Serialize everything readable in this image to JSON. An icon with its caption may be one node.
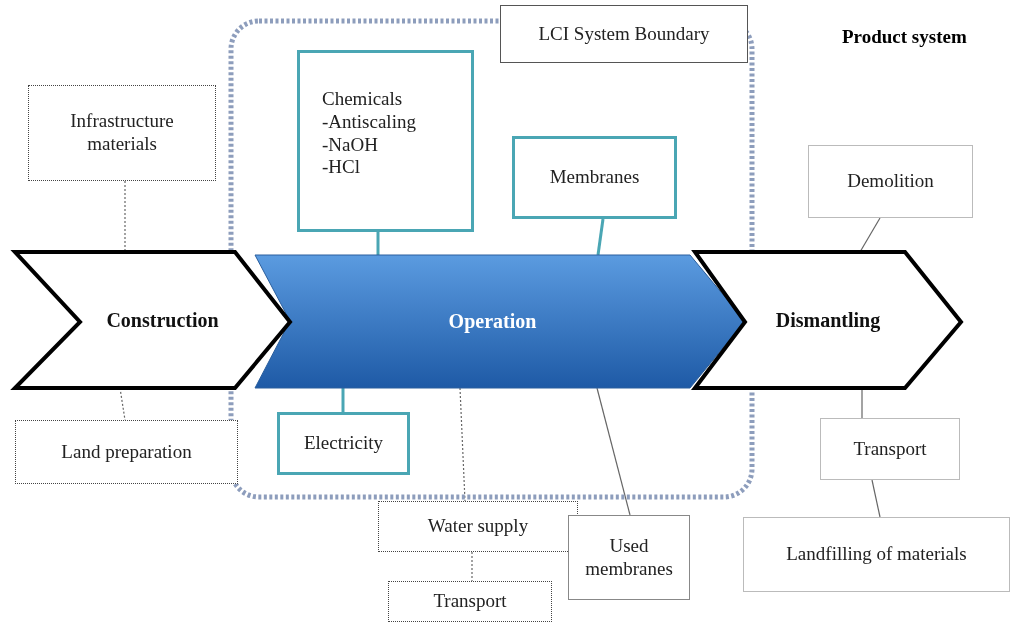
{
  "diagram": {
    "nodes": [
      {
        "text": [],
        "shape": "box"
      },
      {
        "text": [
          "LCI System Boundary"
        ]
      },
      {
        "text": [
          "Infrastructure materials"
        ]
      },
      {
        "text": [
          "Chemicals",
          "-Antiscaling",
          "-NaOH",
          "-HCl"
        ],
        "in": 0
      },
      {
        "text": [
          "Membranes"
        ],
        "in": 0
      },
      {
        "text": [
          "Demolition"
        ]
      },
      {
        "text": [
          "Construction"
        ]
      },
      {
        "text": [
          "Operation"
        ],
        "in": 0
      },
      {
        "text": [
          "Dismantling"
        ]
      },
      {
        "text": [
          "Land preparation"
        ]
      },
      {
        "text": [
          "Electricity"
        ],
        "in": 0
      },
      {
        "text": [
          "Transport"
        ]
      },
      {
        "text": [
          "Water supply"
        ]
      },
      {
        "text": [
          "Used membranes"
        ]
      },
      {
        "text": [
          "Transport"
        ]
      },
      {
        "text": [
          "Landfilling of materials"
        ]
      }
    ],
    "edges": [
      {
        "from": 2,
        "to": 6,
        "arrow": "none",
        "style": "dashed"
      },
      {
        "from": 3,
        "to": 7,
        "arrow": "none",
        "style": "thick",
        "color": "#4aa6b4"
      },
      {
        "from": 4,
        "to": 7,
        "arrow": "none",
        "style": "thick",
        "color": "#4aa6b4"
      },
      {
        "from": 5,
        "to": 8,
        "arrow": "none"
      },
      {
        "from": 6,
        "to": 9,
        "arrow": "none",
        "style": "dashed"
      },
      {
        "from": 7,
        "to": 10,
        "arrow": "none",
        "style": "thick",
        "color": "#4aa6b4"
      },
      {
        "from": 7,
        "to": 12,
        "arrow": "none",
        "style": "dashed"
      },
      {
        "from": 7,
        "to": 13,
        "arrow": "none"
      },
      {
        "from": 8,
        "to": 11,
        "arrow": "none"
      },
      {
        "from": 11,
        "to": 15,
        "arrow": "none"
      },
      {
        "from": 12,
        "to": 14,
        "arrow": "none",
        "style": "dashed"
      }
    ],
    "labels": [
      "Product system"
    ]
  }
}
